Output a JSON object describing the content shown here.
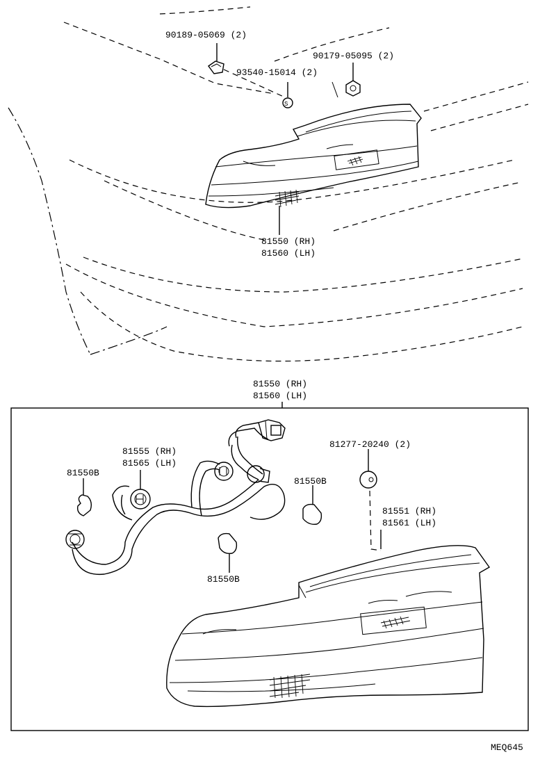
{
  "upper": {
    "labels": {
      "nut_90189": "90189-05069 (2)",
      "nut_90179": "90179-05095 (2)",
      "washer_93540": "93540-15014 (2)",
      "lamp_rh": "81550 (RH)",
      "lamp_lh": "81560 (LH)"
    }
  },
  "lower": {
    "labels": {
      "assy_rh": "81550 (RH)",
      "assy_lh": "81560 (LH)",
      "socket_rh": "81555 (RH)",
      "socket_lh": "81565 (LH)",
      "bulb_left": "81550B",
      "bulb_right": "81550B",
      "bulb_bottom": "81550B",
      "gasket": "81277-20240 (2)",
      "lens_rh": "81551 (RH)",
      "lens_lh": "81561 (LH)"
    }
  },
  "diagram_code": "MEQ645"
}
